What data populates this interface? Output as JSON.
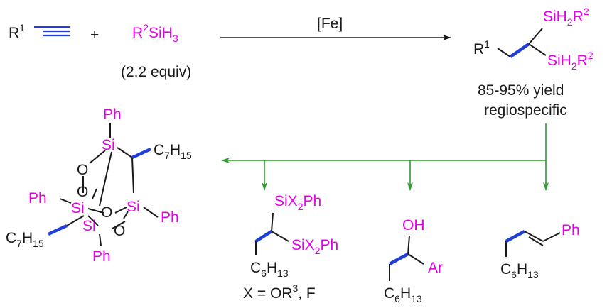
{
  "reaction": {
    "catalyst": "[Fe]",
    "equiv": "(2.2 equiv)",
    "plus": "+",
    "r1_base": "R",
    "r1_sup": "1",
    "silane_r": "R",
    "silane_sup": "2",
    "silane_si": "SiH",
    "silane_sub": "3",
    "product": {
      "r1_base": "R",
      "r1_sup": "1",
      "si_a": "SiH",
      "si_sub": "2",
      "si_r": "R",
      "si_sup": "2"
    },
    "yield": "85-95% yield",
    "selectivity": "regiospecific"
  },
  "cage": {
    "si": "Si",
    "o": "O",
    "ph": "Ph",
    "alkyl_base": "C",
    "alkyl_sub1": "7",
    "alkyl_h": "H",
    "alkyl_sub2": "15"
  },
  "product_a": {
    "si_base": "SiX",
    "si_sub": "2",
    "si_ph": "Ph",
    "chain_base": "C",
    "chain_sub1": "6",
    "chain_h": "H",
    "chain_sub2": "13",
    "x_label": "X = OR",
    "x_sup": "3",
    "x_tail": ", F"
  },
  "product_b": {
    "oh": "OH",
    "ar": "Ar",
    "chain_base": "C",
    "chain_sub1": "6",
    "chain_h": "H",
    "chain_sub2": "13"
  },
  "product_c": {
    "ph": "Ph",
    "chain_base": "C",
    "chain_sub1": "6",
    "chain_h": "H",
    "chain_sub2": "13"
  }
}
